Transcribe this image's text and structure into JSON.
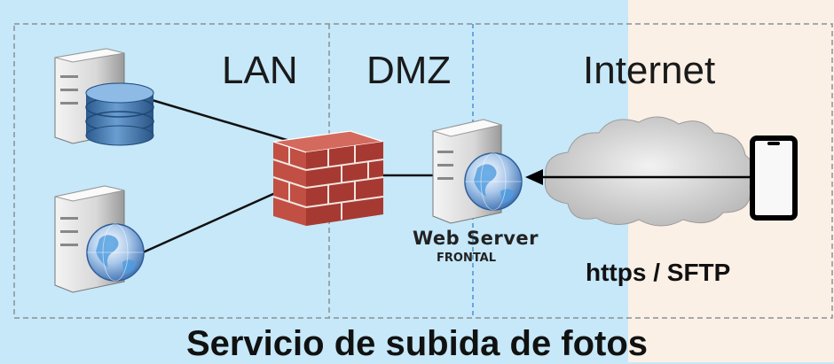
{
  "zones": {
    "lan": "LAN",
    "dmz": "DMZ",
    "internet": "Internet"
  },
  "web_server": {
    "title": "Web Server",
    "subtitle": "FRONTAL"
  },
  "protocol": "https / SFTP",
  "caption": "Servicio de subida de fotos",
  "colors": {
    "zone_blue": "#c6e8f9",
    "internet_beige": "#fbf0e6",
    "brick": "#b8433a",
    "database": "#3d6ea5"
  },
  "icons": [
    "database-server-icon",
    "web-server-icon",
    "firewall-icon",
    "globe-icon",
    "cloud-icon",
    "smartphone-icon"
  ]
}
